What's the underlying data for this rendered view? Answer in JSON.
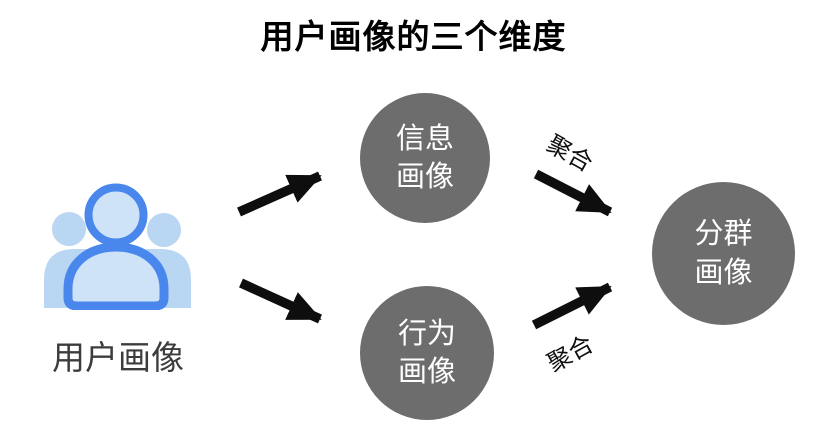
{
  "title": "用户画像的三个维度",
  "source": {
    "label": "用户画像",
    "icon": "users-icon"
  },
  "nodes": {
    "info": {
      "label": "信息\n画像"
    },
    "behavior": {
      "label": "行为\n画像"
    },
    "segment": {
      "label": "分群\n画像"
    }
  },
  "edges": {
    "info_to_segment": {
      "label": "聚合"
    },
    "behavior_to_segment": {
      "label": "聚合"
    }
  },
  "colors": {
    "node_fill": "#6d6d6d",
    "node_text": "#ffffff",
    "arrow": "#0e0e0e",
    "title_text": "#000000",
    "source_label_text": "#3c3c3c",
    "icon_primary_blue": "#4a87ec",
    "icon_light_blue": "#b9d6f2",
    "icon_fill_blue": "#cfe3f8",
    "page_bg": "#ffffff"
  }
}
